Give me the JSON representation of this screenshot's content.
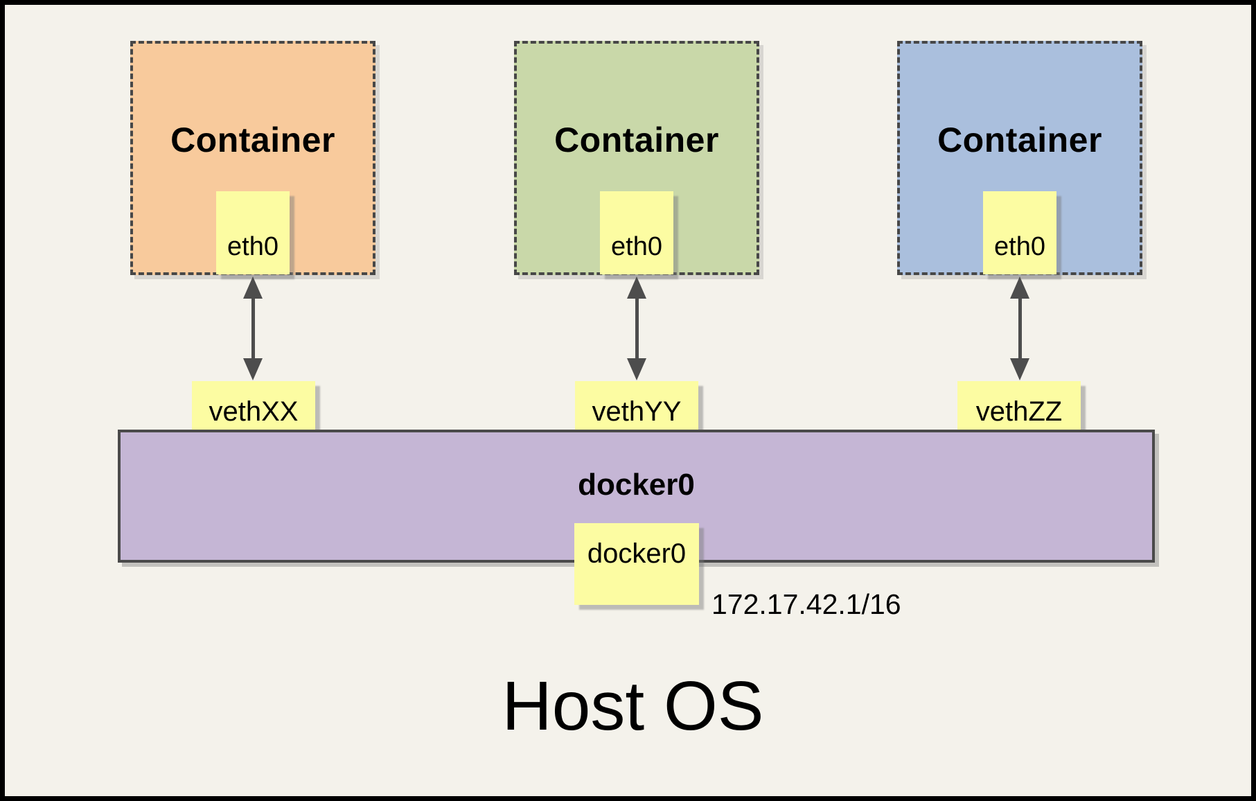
{
  "containers": [
    {
      "label": "Container",
      "eth_label": "eth0",
      "veth_label": "vethXX",
      "fill": "#F8CA9C"
    },
    {
      "label": "Container",
      "eth_label": "eth0",
      "veth_label": "vethYY",
      "fill": "#C9D8A9"
    },
    {
      "label": "Container",
      "eth_label": "eth0",
      "veth_label": "vethZZ",
      "fill": "#AABFDD"
    }
  ],
  "bridge": {
    "label": "docker0",
    "port_label": "docker0",
    "ip": "172.17.42.1/16",
    "fill": "#C5B6D5"
  },
  "host_label": "Host OS",
  "colors": {
    "background": "#F4F2EB",
    "interface_fill": "#FCFCA2",
    "dashed_border": "#474747",
    "arrow": "#4D4D4D"
  }
}
